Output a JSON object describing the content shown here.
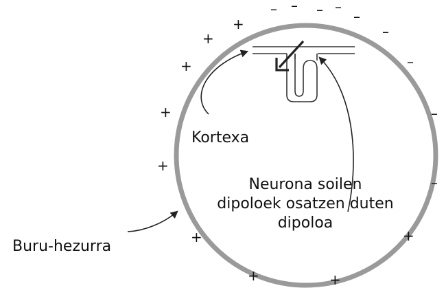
{
  "labels": {
    "cortex": "Kortexa",
    "dipole_line1": "Neurona soilen",
    "dipole_line2": "dipoloek osatzen duten",
    "dipole_line3": "dipoloa",
    "skull": "Buru-hezurra"
  },
  "charges": {
    "plus": "+",
    "minus": "–"
  },
  "colors": {
    "skull_ring": "#9a9a9a",
    "ink": "#111111",
    "background": "#ffffff"
  }
}
